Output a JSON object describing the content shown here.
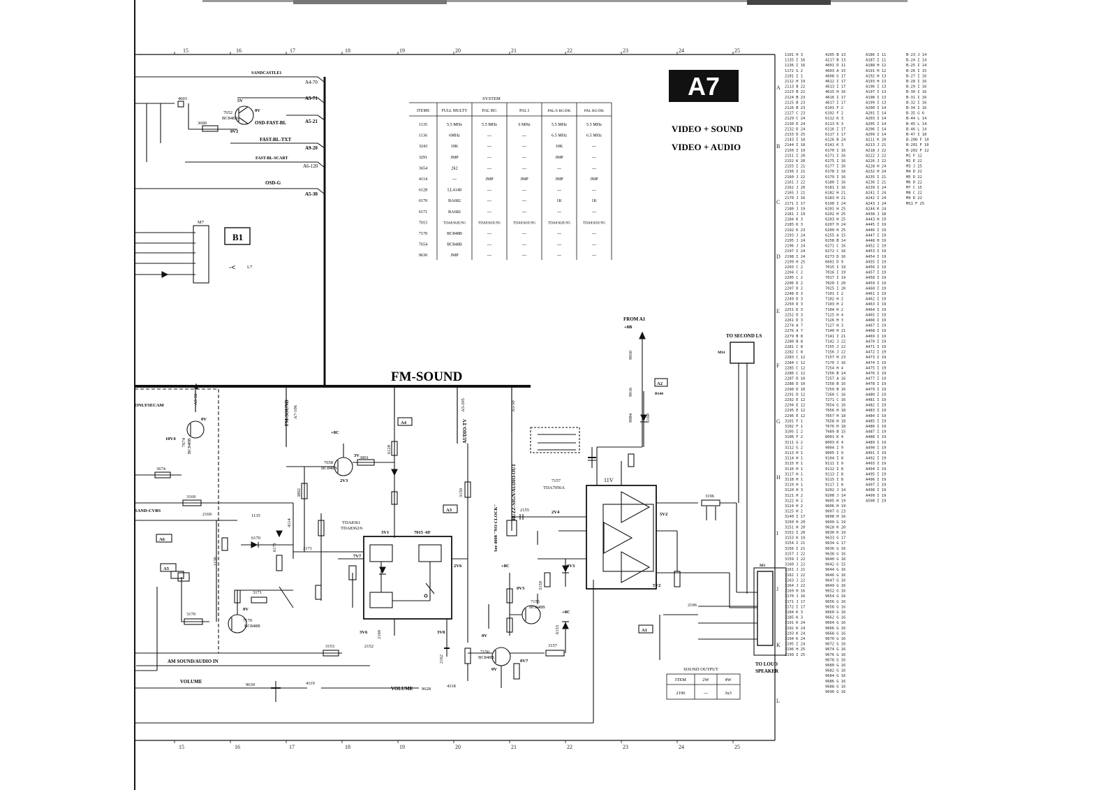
{
  "sheet": {
    "badge": "A7",
    "title_line1": "VIDEO + SOUND",
    "title_line2": "VIDEO + AUDIO",
    "block_title": "FM-SOUND",
    "grid_top": [
      "15",
      "16",
      "17",
      "18",
      "19",
      "20",
      "21",
      "22",
      "23",
      "24",
      "25"
    ],
    "grid_bottom": [
      "15",
      "16",
      "17",
      "18",
      "19",
      "20",
      "21",
      "22",
      "23",
      "24",
      "25"
    ],
    "grid_right": [
      "A",
      "B",
      "C",
      "D",
      "E",
      "F",
      "G",
      "H",
      "I",
      "J",
      "K",
      "L"
    ]
  },
  "system_table": {
    "caption": "SYSTEM",
    "headers": [
      "ITEMS",
      "FULL MULTY",
      "PAL BG",
      "PAL I",
      "PAL/S BG/DK",
      "PAL BG/DK"
    ],
    "rows": [
      [
        "1135",
        "5.5 MHz",
        "5.5 MHz",
        "6 MHz",
        "5.5 MHz",
        "5.5 MHz"
      ],
      [
        "1136",
        "6MHz",
        "---",
        "---",
        "6.5 MHz",
        "6.5 MHz"
      ],
      [
        "3243",
        "10K",
        "---",
        "---",
        "10K",
        "---"
      ],
      [
        "3291",
        "JMP",
        "---",
        "---",
        "JMP",
        "---"
      ],
      [
        "3654",
        "2k2",
        "---",
        "---",
        "---",
        "---"
      ],
      [
        "4114",
        "---",
        "JMP",
        "JMP",
        "JMP",
        "JMP"
      ],
      [
        "6128",
        "LL4148",
        "---",
        "---",
        "---",
        "---"
      ],
      [
        "6170",
        "BA682",
        "---",
        "---",
        "1K",
        "1K"
      ],
      [
        "6171",
        "BA682",
        "---",
        "---",
        "---",
        "---"
      ],
      [
        "7015",
        "TDA8362E/N5",
        "TDA8361E/N5",
        "TDA8361E/N5",
        "TDA8362E/N5",
        "TDA8361E/N5"
      ],
      [
        "7170",
        "BC848B",
        "---",
        "---",
        "---",
        "---"
      ],
      [
        "7654",
        "BC848B",
        "---",
        "---",
        "---",
        "---"
      ],
      [
        "9630",
        "JMP",
        "---",
        "---",
        "---",
        "---"
      ]
    ]
  },
  "sound_output_table": {
    "caption": "SOUND OUTPUT",
    "headers": [
      "ITEM",
      "2W",
      "4W"
    ],
    "rows": [
      [
        "2196",
        "---",
        "3u3"
      ]
    ]
  },
  "ic_labels": {
    "ic7015_name": "7015 -6F",
    "ic7015_type": "TDA8361",
    "ic7015_type2": "TDA8362/6",
    "ic7157_name": "7157",
    "ic7157_type": "TDA7056A",
    "supply": "11V"
  },
  "signals": {
    "sandcastle": "SANDCASTLE1",
    "osd_fast_bl": "OSD-FAST-BL",
    "fast_bl_txt": "FAST-BL-TXT",
    "fast_bl_scart": "FAST-BL-SCART",
    "osd_g": "OSD-G",
    "fm_sound": "FM-SOUND",
    "audio_tv": "AUDIO-TV",
    "buzz": "BUZZ-SIGN/AUDIO-OUT",
    "am_sound": "AM SOUND/AUDIO IN",
    "volume_left": "VOLUME",
    "volume_right": "VOLUME",
    "only_secam": "ONLYSECAM",
    "from_a1": "FROM A1",
    "to_second_ls": "TO SECOND LS",
    "to_loud_speaker_1": "TO LOUD",
    "to_loud_speaker_2": "SPEAKER",
    "no_clock": "See 4008 \"NO CLOCK\"",
    "sand_cvbs": "SAND-CVBS"
  },
  "connectors": {
    "a4_70": "A4-70",
    "a5_71": "A5-71",
    "a5_21": "A5-21",
    "a9_20": "A9-20",
    "a6_120": "A6-120",
    "a5_30": "A5-30",
    "m7": "M7",
    "b1": "B1",
    "l7": "L7",
    "a5_52": "A5-52",
    "a7_106": "A7-106",
    "a5_205": "A5-205",
    "a5_50": "A5-50",
    "m3": "M3",
    "ms1": "MS1",
    "a1": "A1",
    "a2": "A2",
    "a4": "A4",
    "a3": "A3",
    "a5": "A5",
    "a6": "A6",
    "b144": "B144"
  },
  "components": {
    "t7652": "7652",
    "t7652_type": "BC848B",
    "t7674": "7674",
    "t7674_type": "BC848B",
    "t7658": "7658",
    "t7658_type": "BC848B",
    "t7170": "7170",
    "t7170_type": "BC848B",
    "t7155": "7155",
    "t7155_type": "BC848B",
    "t7156": "7156",
    "t7156_type": "BC848B",
    "r3690": "3690",
    "r3674": "3674",
    "r3891": "3891",
    "r3169": "3169",
    "r3170": "3170",
    "r3171": "3171",
    "r3153": "3153",
    "r3157": "3157",
    "r3196": "3196",
    "r3150": "3150",
    "r3892": "3892",
    "r3159": "3159",
    "c2169": "2169",
    "c2171": "2171",
    "c2152": "2152",
    "c2155": "2155",
    "c2196": "2196",
    "c2160": "2160",
    "c2162": "2162",
    "f1135": "1135",
    "f1136": "1136",
    "d6170": "6170",
    "d6171": "6171",
    "d6128": "6128",
    "d6160": "6160",
    "d6153": "6153",
    "j9630": "9630",
    "j9628": "9628",
    "j9930": "9930",
    "j9916": "9916",
    "j9984": "9984",
    "i4119": "4119",
    "i4118": "4118",
    "i4114": "4114",
    "i4008": "4008",
    "v0": "0V",
    "v5": "5V",
    "v3": "3V",
    "v0v2": "0V2",
    "v2v3": "2V3",
    "v0v3": "0V3",
    "v3v1": "3V1",
    "v2v6": "2V6",
    "v3v6": "3V6",
    "v3v8": "3V8",
    "v5v2": "5V2",
    "v2v4": "2V4",
    "v7v7": "7V7",
    "v0v7": "0V7",
    "v10v4": "10V4",
    "v8c": "+8C",
    "v8b": "+8B"
  },
  "parts_index": {
    "col1": [
      "1101 H 3",
      "1135 I 16",
      "1136 I 16",
      "1172 G 2",
      "2101 I 1",
      "2112 H 19",
      "2113 B 22",
      "2123 B 22",
      "2124 B 23",
      "2125 B 23",
      "2126 B 23",
      "2127 C 23",
      "2129 C 24",
      "2130 D 24",
      "2132 D 24",
      "2133 D 25",
      "2143 I 18",
      "2144 I 18",
      "2150 I 19",
      "2151 I 20",
      "2152 K 20",
      "2155 I 21",
      "2156 I 21",
      "2160 J 22",
      "2161 J 22",
      "2162 J 20",
      "2165 J 21",
      "2170 J 16",
      "2171 I 17",
      "2180 J 19",
      "2181 J 19",
      "2184 K 3",
      "2185 K 3",
      "2192 K 23",
      "2193 J 24",
      "2195 J 24",
      "2196 J 24",
      "2197 I 24",
      "2198 I 24",
      "2199 H 25",
      "2203 C 2",
      "2204 C 2",
      "2205 C 2",
      "2206 D 2",
      "2207 D 2",
      "2248 D 3",
      "2249 D 3",
      "2250 D 3",
      "2251 D 3",
      "2252 D 3",
      "2261 D 3",
      "2274 A 7",
      "2276 A 7",
      "2279 B 8",
      "2280 B 8",
      "2281 C 8",
      "2282 C 8",
      "2283 C 12",
      "2284 C 12",
      "2285 C 12",
      "2286 C 12",
      "2287 D 10",
      "2288 D 10",
      "2290 D 10",
      "2291 D 12",
      "2292 E 12",
      "2294 E 12",
      "2295 E 12",
      "2296 E 12",
      "3101 F 1",
      "3102 F 1",
      "3105 I 2",
      "3106 F 2",
      "3111 G 2",
      "3112 G 2",
      "3113 H 1",
      "3114 H 1",
      "3115 H 1",
      "3116 H 1",
      "3117 H 1",
      "3118 H 1",
      "3119 H 1",
      "3120 H 3",
      "3121 H 2",
      "3122 H 2",
      "3124 H 2",
      "3125 H 2",
      "3140 I 17",
      "3150 H 20",
      "3151 H 20",
      "3152 I 20",
      "3153 K 19",
      "3154 I 21",
      "3156 I 21",
      "3157 J 22",
      "3159 J 22",
      "3160 J 22",
      "3161 J 21",
      "3162 J 22",
      "3163 J 22",
      "3164 J 22",
      "3169 H 16",
      "3170 J 16",
      "3171 J 17",
      "3172 I 17",
      "3184 K 3",
      "3185 K 3",
      "3191 K 24",
      "3192 K 24",
      "3193 K 24",
      "3194 K 24",
      "3195 I 24",
      "3196 H 25",
      "3199 I 25"
    ],
    "col2": [
      "4205 B 13",
      "4217 B 13",
      "4601 D 11",
      "4603 A 15",
      "4608 G 17",
      "4612 I 17",
      "4613 I 17",
      "4615 H 16",
      "4616 I 17",
      "4617 I 17",
      "6101 F 2",
      "6102 F 2",
      "6112 K 3",
      "6113 K 3",
      "6116 I 17",
      "6117 I 17",
      "6126 B 24",
      "6141 K 3",
      "6170 I 16",
      "6171 I 16",
      "6175 I 16",
      "6177 I 16",
      "6178 I 16",
      "6179 I 16",
      "6180 I 16",
      "6181 I 16",
      "6182 H 21",
      "6183 H 21",
      "6190 I 24",
      "6201 H 25",
      "6202 H 25",
      "6203 H 25",
      "6207 H 24",
      "6209 H 25",
      "6255 A 15",
      "6258 B 14",
      "6271 C 16",
      "6272 C 16",
      "6273 D 16",
      "6601 D 9",
      "7015 I 19",
      "7016 I 19",
      "7017 I 19",
      "7020 I 20",
      "7025 I 20",
      "7101 I 2",
      "7102 H 2",
      "7103 H 2",
      "7104 H 2",
      "7125 H 4",
      "7126 H 3",
      "7127 H 3",
      "7140 H 21",
      "7141 I 21",
      "7142 J 22",
      "7155 J 22",
      "7156 J 22",
      "7157 H 23",
      "7170 J 16",
      "7254 H 4",
      "7256 B 14",
      "7257 A 16",
      "7258 B 16",
      "7259 B 16",
      "7260 C 16",
      "7271 C 16",
      "7654 G 16",
      "7656 H 18",
      "7657 H 18",
      "7658 H 18",
      "7676 H 18",
      "7689 B 15",
      "8001 K 4",
      "8003 K 4",
      "9004 I 9",
      "9005 I 9",
      "9104 I 8",
      "9111 I 9",
      "9112 I 8",
      "9113 I 8",
      "9115 I 8",
      "9117 I 8",
      "9202 J 14",
      "9208 J 14",
      "9605 H 19",
      "9606 H 19",
      "9607 G 23",
      "9608 H 16",
      "9609 G 19",
      "9628 K 20",
      "9630 K 19",
      "9633 G 17",
      "9634 G 17",
      "9636 G 16",
      "9638 G 16",
      "9640 G 16",
      "9642 G 15",
      "9644 G 16",
      "9646 G 16",
      "9647 G 16",
      "9649 G 16",
      "9652 G 16",
      "9654 G 16",
      "9656 G 16",
      "9658 G 16",
      "9660 G 16",
      "9662 G 16",
      "9664 G 16",
      "9666 G 16",
      "9668 G 16",
      "9670 G 16",
      "9672 G 16",
      "9674 G 16",
      "9676 G 16",
      "9678 G 16",
      "9680 G 16",
      "9682 G 16",
      "9684 G 16",
      "9686 G 16",
      "9688 G 16",
      "9690 G 16"
    ],
    "col3": [
      "A186 I 11",
      "A187 I 11",
      "A188 H 12",
      "A191 H 12",
      "A192 H 13",
      "A193 H 13",
      "A196 I 13",
      "A197 I 13",
      "A198 I 13",
      "A199 I 13",
      "A200 I 14",
      "A201 I 14",
      "A203 I 14",
      "A205 I 14",
      "A206 I 14",
      "A209 I 14",
      "A211 K 20",
      "A213 J 21",
      "A218 J 22",
      "A222 J 22",
      "A226 J 22",
      "A228 H 24",
      "A232 H 24",
      "A235 I 21",
      "A236 I 21",
      "A239 I 24",
      "A241 I 24",
      "A242 I 24",
      "A243 J 24",
      "A244 K 24",
      "A438 J 18",
      "A443 H 19",
      "A445 I 19",
      "A446 I 19",
      "A447 I 19",
      "A448 H 19",
      "A452 I 19",
      "A453 I 19",
      "A454 I 19",
      "A455 I 19",
      "A456 I 19",
      "A457 I 19",
      "A458 I 19",
      "A459 I 19",
      "A460 I 19",
      "A461 I 19",
      "A462 I 19",
      "A463 I 19",
      "A464 I 19",
      "A465 I 19",
      "A466 I 19",
      "A467 I 19",
      "A468 I 19",
      "A469 I 19",
      "A470 I 19",
      "A471 I 19",
      "A472 I 19",
      "A473 I 19",
      "A474 I 19",
      "A475 I 19",
      "A476 I 19",
      "A477 I 19",
      "A478 I 19",
      "A479 I 19",
      "A480 I 19",
      "A481 I 19",
      "A482 I 19",
      "A483 I 19",
      "A484 I 19",
      "A485 I 19",
      "A486 I 19",
      "A487 I 19",
      "A488 I 19",
      "A489 I 19",
      "A490 I 19",
      "A491 I 19",
      "A492 I 19",
      "A493 I 19",
      "A494 I 19",
      "A495 I 19",
      "A496 I 19",
      "A497 I 19",
      "A498 I 19",
      "A499 I 19",
      "A500 I 19"
    ],
    "col4": [
      "B-23 J 14",
      "B-24 I 14",
      "B-25 I 14",
      "B-26 I 15",
      "B-27 I 16",
      "B-28 I 16",
      "B-29 I 16",
      "B-30 I 16",
      "B-31 I 16",
      "B-32 I 16",
      "B-34 I 16",
      "B-35 G 6",
      "B-44 L 14",
      "B-45 L 14",
      "B-46 L 14",
      "B-47 I 18",
      "B-200 F 10",
      "B-201 F 10",
      "B-202 F 12",
      "M1 F 12",
      "M2 E 22",
      "M3 J 25",
      "M4 D 22",
      "M5 D 22",
      "M6 D 22",
      "M7 C 15",
      "M8 C 22",
      "M9 D 22",
      "MS1 F 25"
    ]
  }
}
